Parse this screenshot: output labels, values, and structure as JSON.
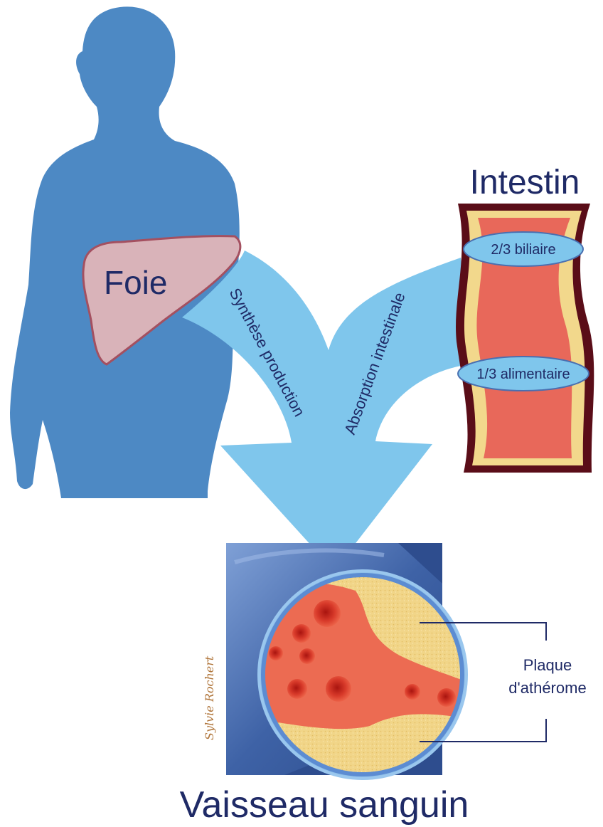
{
  "labels": {
    "liver": "Foie",
    "intestine": "Intestin",
    "biliary": "2/3 biliaire",
    "dietary": "1/3 alimentaire",
    "synthesis": "Synthèse production",
    "absorption": "Absorption intestinale",
    "plaque_line1": "Plaque",
    "plaque_line2": "d'athérome",
    "vessel": "Vaisseau sanguin",
    "signature": "Sylvie Rochert"
  },
  "colors": {
    "body": "#4d89c4",
    "arrow": "#7fc6ec",
    "liver": "#d9b3b9",
    "text": "#1f2a66",
    "vessel_wall": "#4a6fb0",
    "plaque": "#f0d27a",
    "blood": "#e8685a"
  },
  "icons": [
    "human-silhouette-icon",
    "liver-icon",
    "intestine-icon",
    "blood-vessel-icon",
    "merge-arrow-icon"
  ]
}
